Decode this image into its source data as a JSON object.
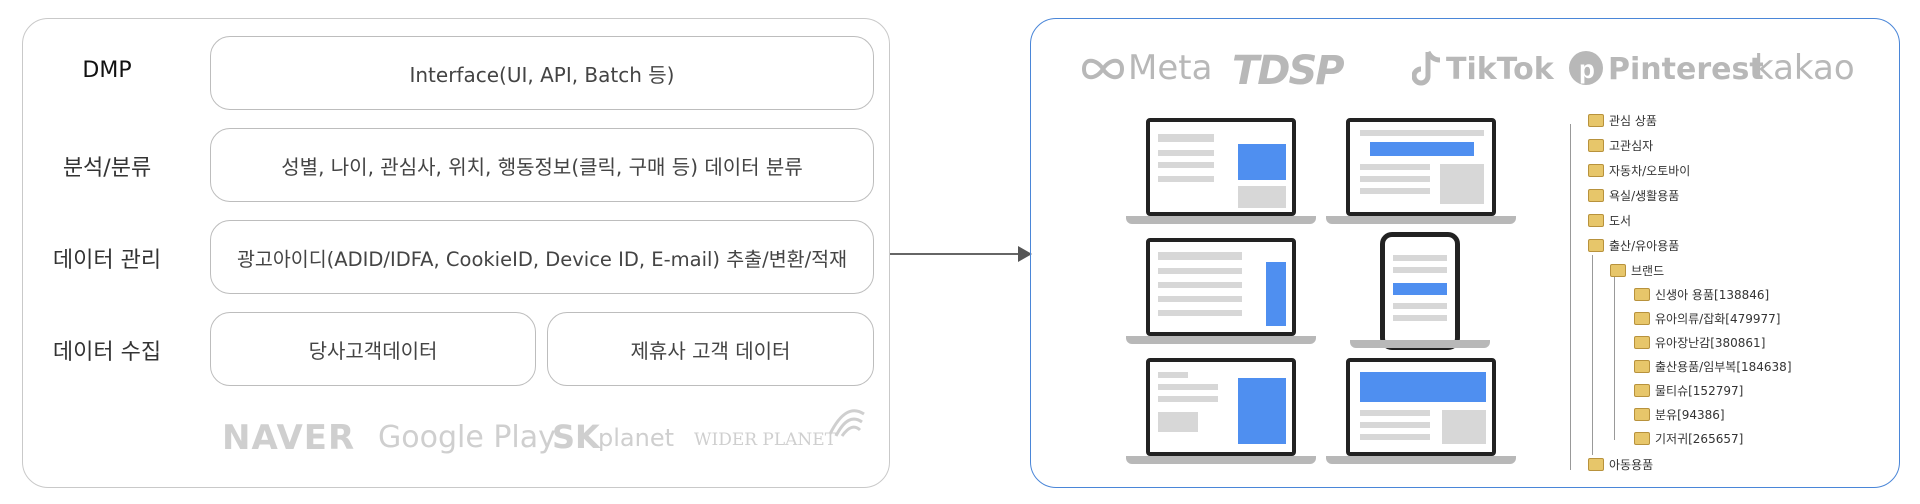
{
  "dmp": {
    "rows": [
      {
        "label": "DMP",
        "boxes": [
          "Interface(UI, API, Batch 등)"
        ]
      },
      {
        "label": "분석/분류",
        "boxes": [
          "성별, 나이, 관심사, 위치, 행동정보(클릭, 구매 등) 데이터 분류"
        ]
      },
      {
        "label": "데이터 관리",
        "boxes": [
          "광고아이디(ADID/IDFA, CookieID, Device ID, E-mail) 추출/변환/적재"
        ]
      },
      {
        "label": "데이터 수집",
        "boxes": [
          "당사고객데이터",
          "제휴사 고객 데이터"
        ]
      }
    ],
    "partner_logos": [
      "NAVER",
      "Google Play",
      "SK",
      "planet",
      "WIDER PLANET"
    ]
  },
  "media": {
    "brands": [
      "Meta",
      "TDSP",
      "TikTok",
      "Pinterest",
      "kakao"
    ],
    "accent_color": "#4f8ff0"
  },
  "tree": {
    "root": "관심 상품",
    "children": [
      "고관심자",
      "자동차/오토바이",
      "욕실/생활용품",
      "도서",
      "출산/유아용품"
    ],
    "subroot": "브랜드",
    "leaves": [
      "신생아 용품[138846]",
      "유아의류/잡화[479977]",
      "유아장난감[380861]",
      "출산용품/임부복[184638]",
      "물티슈[152797]",
      "분유[94386]",
      "기저귀[265657]"
    ],
    "last": "아동용품"
  }
}
